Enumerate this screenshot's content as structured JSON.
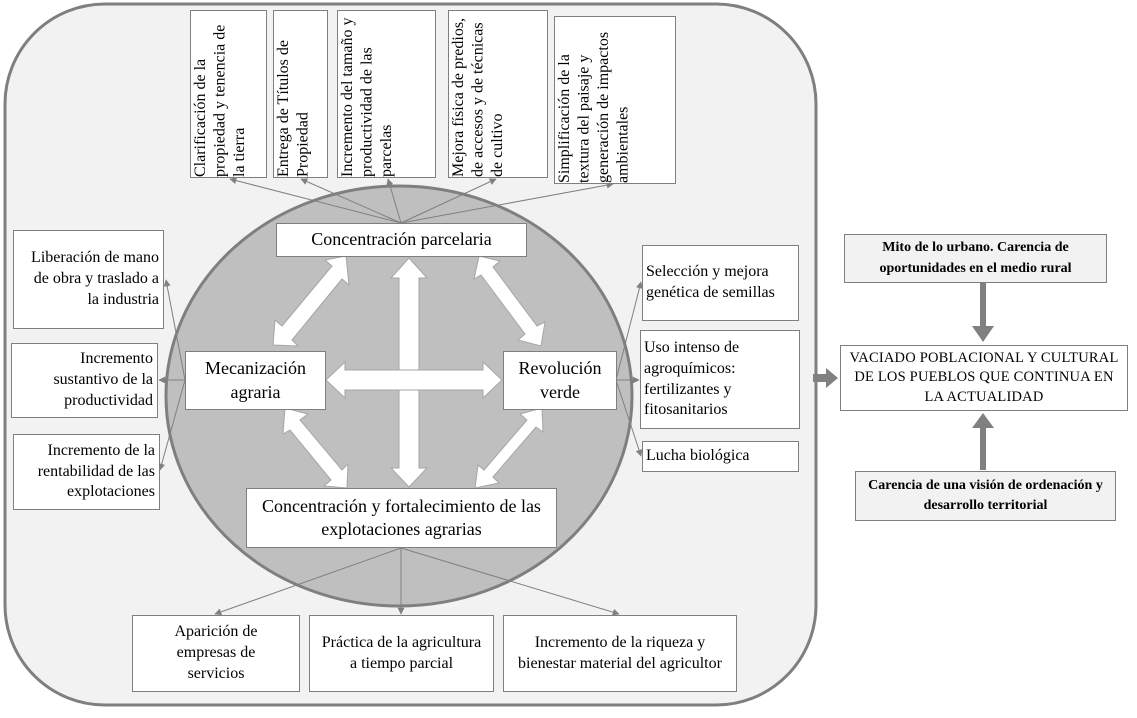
{
  "colors": {
    "panel_fill": "#f2f2f2",
    "panel_stroke": "#7f7f7f",
    "ellipse_fill": "#bfbfbf",
    "connector": "#808080",
    "box_fill": "#ffffff",
    "highlight_box_fill": "#f2f2f2"
  },
  "top_effects": [
    {
      "id": "clarificacion",
      "text": "Clarificación de la propiedad y tenencia de la tierra"
    },
    {
      "id": "titulos",
      "text": "Entrega de Títulos de Propiedad"
    },
    {
      "id": "incremento-tamano",
      "text": "Incremento del tamaño y productividad de las parcelas"
    },
    {
      "id": "mejora-fisica",
      "text": "Mejora física de predios, de accesos y de técnicas de cultivo"
    },
    {
      "id": "simplificacion",
      "text": "Simplificación de la textura del paisaje y generación de impactos ambientales"
    }
  ],
  "core": {
    "concentracion_parcelaria": "Concentración parcelaria",
    "mecanizacion": "Mecanización agraria",
    "revolucion_verde": "Revolución verde",
    "concentracion_explotaciones": "Concentración y fortalecimiento de las explotaciones agrarias"
  },
  "left_effects": [
    {
      "id": "liberacion",
      "text": "Liberación de mano de obra y traslado a la industria"
    },
    {
      "id": "incremento-productividad",
      "text": "Incremento sustantivo de la productividad"
    },
    {
      "id": "incremento-rentabilidad",
      "text": "Incremento de la rentabilidad de las explotaciones"
    }
  ],
  "right_effects": [
    {
      "id": "seleccion",
      "text": "Selección y mejora genética de semillas"
    },
    {
      "id": "agroquimicos",
      "text": "Uso intenso de agroquímicos: fertilizantes y fitosanitarios"
    },
    {
      "id": "lucha-biologica",
      "text": "Lucha biológica"
    }
  ],
  "bottom_effects": [
    {
      "id": "empresas-servicios",
      "text": "Aparición de empresas de servicios"
    },
    {
      "id": "tiempo-parcial",
      "text": "Práctica de la agricultura a tiempo parcial"
    },
    {
      "id": "riqueza",
      "text": "Incremento de la riqueza y bienestar material del agricultor"
    }
  ],
  "outcome": {
    "mito": "Mito de lo urbano. Carencia de oportunidades en el medio rural",
    "vaciado": "VACIADO POBLACIONAL Y CULTURAL DE LOS PUEBLOS QUE CONTINUA EN LA ACTUALIDAD",
    "carencia": "Carencia de una visión de ordenación y desarrollo territorial"
  }
}
